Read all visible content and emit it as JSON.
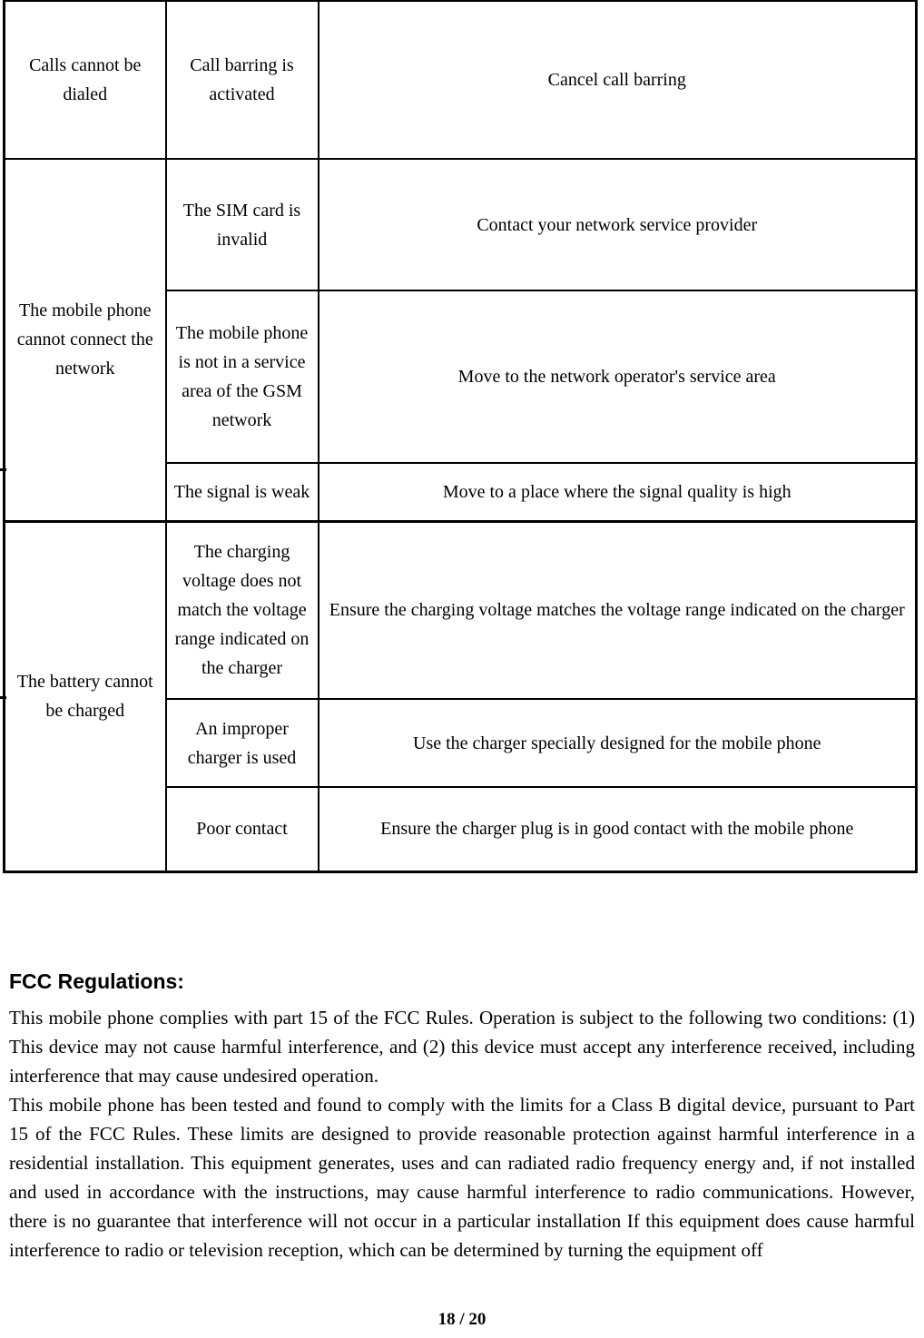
{
  "table": {
    "sections": [
      {
        "problem": "Calls cannot be dialed",
        "rows": [
          {
            "cause": "Call barring is activated",
            "solution": "Cancel call barring"
          }
        ]
      },
      {
        "problem": "The mobile phone cannot connect the network",
        "rows": [
          {
            "cause": "The SIM card is invalid",
            "solution": "Contact your network service provider"
          },
          {
            "cause": "The mobile phone is not in a service area of the GSM network",
            "solution": "Move to the network operator's service area"
          },
          {
            "cause": "The signal is weak",
            "solution": "Move to a place where the signal quality is high"
          }
        ]
      },
      {
        "problem": "The battery cannot be charged",
        "rows": [
          {
            "cause": "The charging voltage does not match the voltage range indicated on the charger",
            "solution": "Ensure the charging voltage matches the voltage range indicated on the charger"
          },
          {
            "cause": "An improper charger is used",
            "solution": "Use the charger specially designed for the mobile phone"
          },
          {
            "cause": "Poor contact",
            "solution": "Ensure the charger plug is in good contact with the mobile phone"
          }
        ]
      }
    ]
  },
  "fcc": {
    "heading": "FCC Regulations:",
    "paragraphs": [
      "This mobile phone complies with part 15 of the FCC Rules. Operation is subject to the following two conditions: (1) This device may not cause harmful interference, and (2) this device must accept any interference received, including interference that may cause undesired operation.",
      "This mobile phone has been tested and found to comply with the limits for a Class B digital device, pursuant to Part 15 of the FCC Rules. These limits are designed to provide reasonable protection against harmful interference in a residential installation. This equipment generates, uses and can radiated radio frequency energy and, if not installed and used in accordance with the instructions, may cause harmful interference to radio communications. However, there is no guarantee that interference will not occur in a particular installation If this equipment does cause harmful interference to radio or television reception, which can be determined by turning the equipment off"
    ]
  },
  "footer": {
    "page_number": "18 / 20"
  },
  "colors": {
    "text": "#000000",
    "background": "#ffffff",
    "border": "#000000"
  }
}
